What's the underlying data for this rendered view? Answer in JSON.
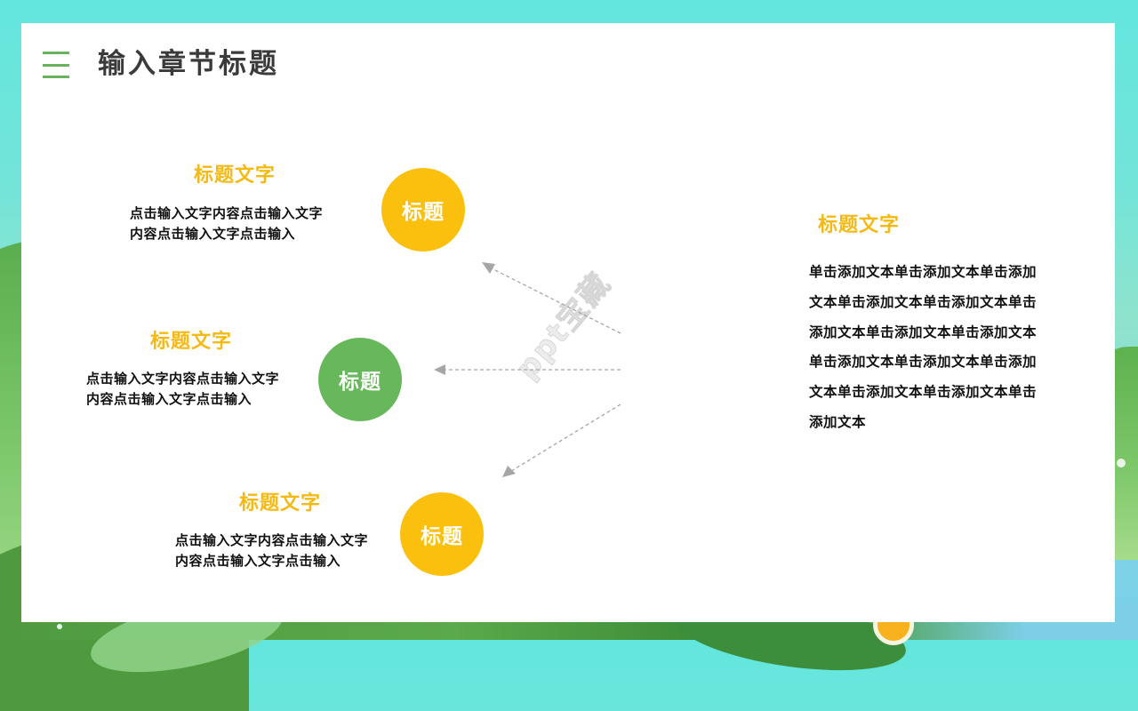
{
  "slide": {
    "title": "输入章节标题",
    "menu_icon": "hamburger-menu-icon",
    "colors": {
      "accent_yellow": "#f5b914",
      "circle_yellow": "#fbbf0e",
      "circle_green": "#67b85a",
      "menu_green": "#6ab35e",
      "title_text": "#3a3a3a",
      "arrow_gray": "#a6a6a6",
      "background_teal": "#63e6de"
    }
  },
  "items": [
    {
      "heading": "标题文字",
      "body": "点击输入文字内容点击输入文字内容点击输入文字点击输入",
      "circle_label": "标题",
      "circle_color": "yellow"
    },
    {
      "heading": "标题文字",
      "body": "点击输入文字内容点击输入文字内容点击输入文字点击输入",
      "circle_label": "标题",
      "circle_color": "green"
    },
    {
      "heading": "标题文字",
      "body": "点击输入文字内容点击输入文字内容点击输入文字点击输入",
      "circle_label": "标题",
      "circle_color": "yellow"
    }
  ],
  "right_panel": {
    "heading": "标题文字",
    "body": "单击添加文本单击添加文本单击添加文本单击添加文本单击添加文本单击添加文本单击添加文本单击添加文本单击添加文本单击添加文本单击添加文本单击添加文本单击添加文本单击添加文本"
  },
  "watermark": "ppt宝藏"
}
